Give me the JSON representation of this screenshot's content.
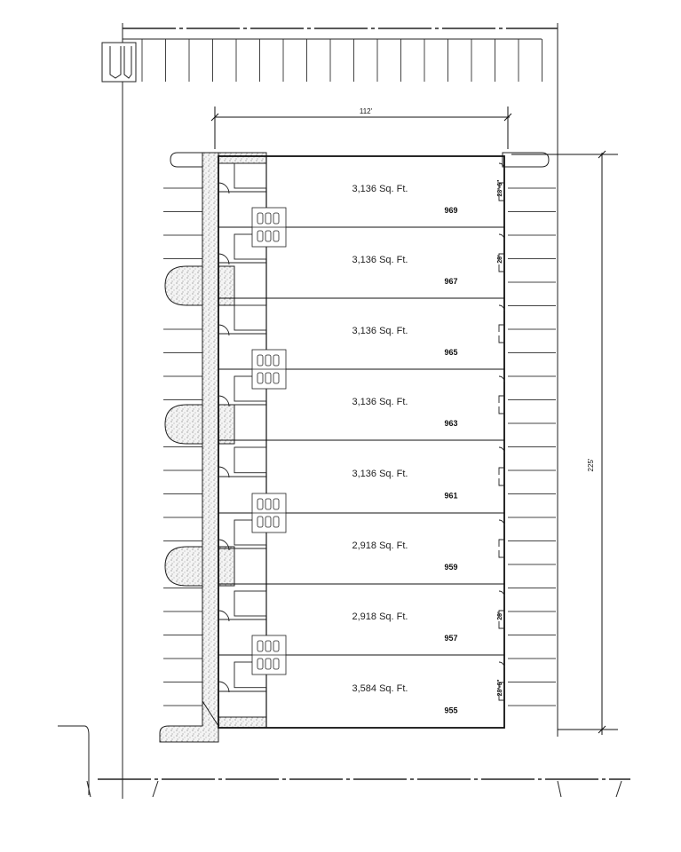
{
  "dimensions": {
    "width": "112'",
    "height": "225'"
  },
  "units": [
    {
      "area": "3,136 Sq. Ft.",
      "number": "969",
      "width_label": "28'-6\""
    },
    {
      "area": "3,136 Sq. Ft.",
      "number": "967",
      "width_label": "28'"
    },
    {
      "area": "3,136 Sq. Ft.",
      "number": "965",
      "width_label": ""
    },
    {
      "area": "3,136 Sq. Ft.",
      "number": "963",
      "width_label": ""
    },
    {
      "area": "3,136 Sq. Ft.",
      "number": "961",
      "width_label": ""
    },
    {
      "area": "2,918 Sq. Ft.",
      "number": "959",
      "width_label": ""
    },
    {
      "area": "2,918 Sq. Ft.",
      "number": "957",
      "width_label": "28'"
    },
    {
      "area": "3,584 Sq. Ft.",
      "number": "955",
      "width_label": "28'-6\""
    }
  ]
}
